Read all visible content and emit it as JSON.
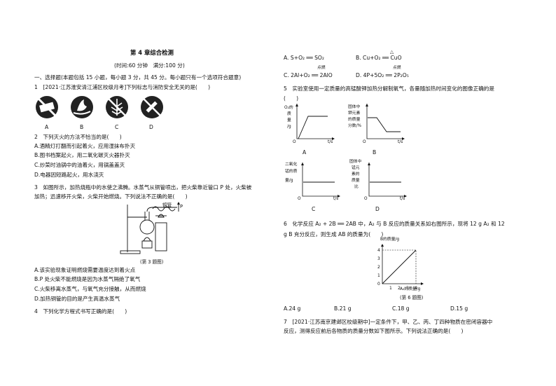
{
  "header": {
    "title": "第 4 章综合检测",
    "subtitle": "(时间:60 分钟　满分:100 分)"
  },
  "section1": "一、选择题(本题包括 15 小题，每小题 3 分，共 45 分。每小题只有一个选项符合题意)",
  "q1": {
    "stem": "1　[2021·江苏淮安清江浦区校级月考]下列标志与消防安全无关的是(　　)",
    "labels": [
      "A",
      "B",
      "C",
      "D"
    ]
  },
  "q2": {
    "stem": "2　下列灭火的方法不恰当的是(　　)",
    "options": [
      "A.酒精灯打翻而引起着火，应用湿抹布扑灭",
      "B.图书档案起火，用二氧化碳灭火器扑灭",
      "C.炒菜时油锅中的油着火，用锅盖盖灭",
      "D.电器因短路起火，用水浇灭"
    ]
  },
  "q3": {
    "stem1": "3　如图所示，加热烧瓶中的水使之沸腾。水蒸气从铜管喷出，把火柴靠近管口 P 处，火柴被",
    "stem2": "加热；迅速移开火柴，火柴开始燃烧。下列说法不正确的是(　　)",
    "fig_tube": "铜管",
    "fig_p": "P",
    "caption": "(第 3 题图)",
    "options": [
      "A.该实验现象证明燃烧需要温度达到着火点",
      "B.P 处火柴不能燃烧是因为水蒸气隔绝了氧气",
      "C.火柴移离水蒸气，与氧气充分接触，从而燃烧",
      "D.加热铜管的目的是产生高温水蒸气"
    ]
  },
  "q4": {
    "stem": "4　下列化学方程式书写正确的是(　　)",
    "optA": "A. S+O₂ ══ SO₂",
    "optB": "B. Cu+O₂ ══ CuO",
    "optC": "C. 2Al+O₂ ══ 2AlO",
    "optD": "D. 4P+5O₂ ══ 2P₂O₅",
    "cond_heat": "△",
    "cond_ignite": "点燃"
  },
  "q5": {
    "stem1": "5　实验室使用一定质量的高锰酸钾加热分解制氧气，各量随加热时间变化的图像正确的是",
    "stem2": "(　　)",
    "charts": [
      {
        "label": "A",
        "ylabel": [
          "O₂的",
          "质",
          "量",
          "/g"
        ],
        "xlabel": "t/s",
        "origin": "O"
      },
      {
        "label": "B",
        "ylabel": [
          "固体中",
          "钾元素",
          "的质量",
          "分数/%"
        ],
        "xlabel": "t/s",
        "origin": "O"
      },
      {
        "label": "C",
        "ylabel": [
          "二氧化",
          "锰的质",
          "量/g"
        ],
        "xlabel": "t/s",
        "origin": "O"
      },
      {
        "label": "D",
        "ylabel": [
          "固体中",
          "锰元",
          "素的",
          "质量",
          "比"
        ],
        "xlabel": "t/s",
        "origin": "O"
      }
    ]
  },
  "q6": {
    "stem1": "6　化学反应 A₂ + 2B ══ 2AB 中，A₂ 与 B 反应的质量关系如右图所示，现将 12 g A₂ 和 12",
    "stem2": "g B 充分反应，则生成 AB 的质量为(　　)",
    "chart_ylabel": "B的质量/g",
    "chart_xlabel": "A₂的质量/g",
    "yticks": [
      "4",
      "3",
      "2",
      "1",
      "0"
    ],
    "xticks": [
      "1",
      "2",
      "3",
      "4"
    ],
    "caption": "(第 6 题图)",
    "options": [
      "A.24 g",
      "B.21 g",
      "C.18 g",
      "D.15 g"
    ]
  },
  "q7": {
    "stem1": "7　[2021·江苏南京建邺区校级期中]一定条件下，甲、乙、丙、丁四种物质在密闭容器中",
    "stem2": "反应，测得反应前后各物质的质量分数如下图所示。下列说法正确的是(　　)"
  },
  "chart_data": {
    "type": "line",
    "title": "",
    "xlabel": "A₂的质量/g",
    "ylabel": "B的质量/g",
    "x": [
      0,
      1,
      2,
      3,
      4
    ],
    "series": [
      {
        "values": [
          0,
          1,
          2,
          3,
          4
        ]
      }
    ],
    "xlim": [
      0,
      4
    ],
    "ylim": [
      0,
      4
    ]
  }
}
